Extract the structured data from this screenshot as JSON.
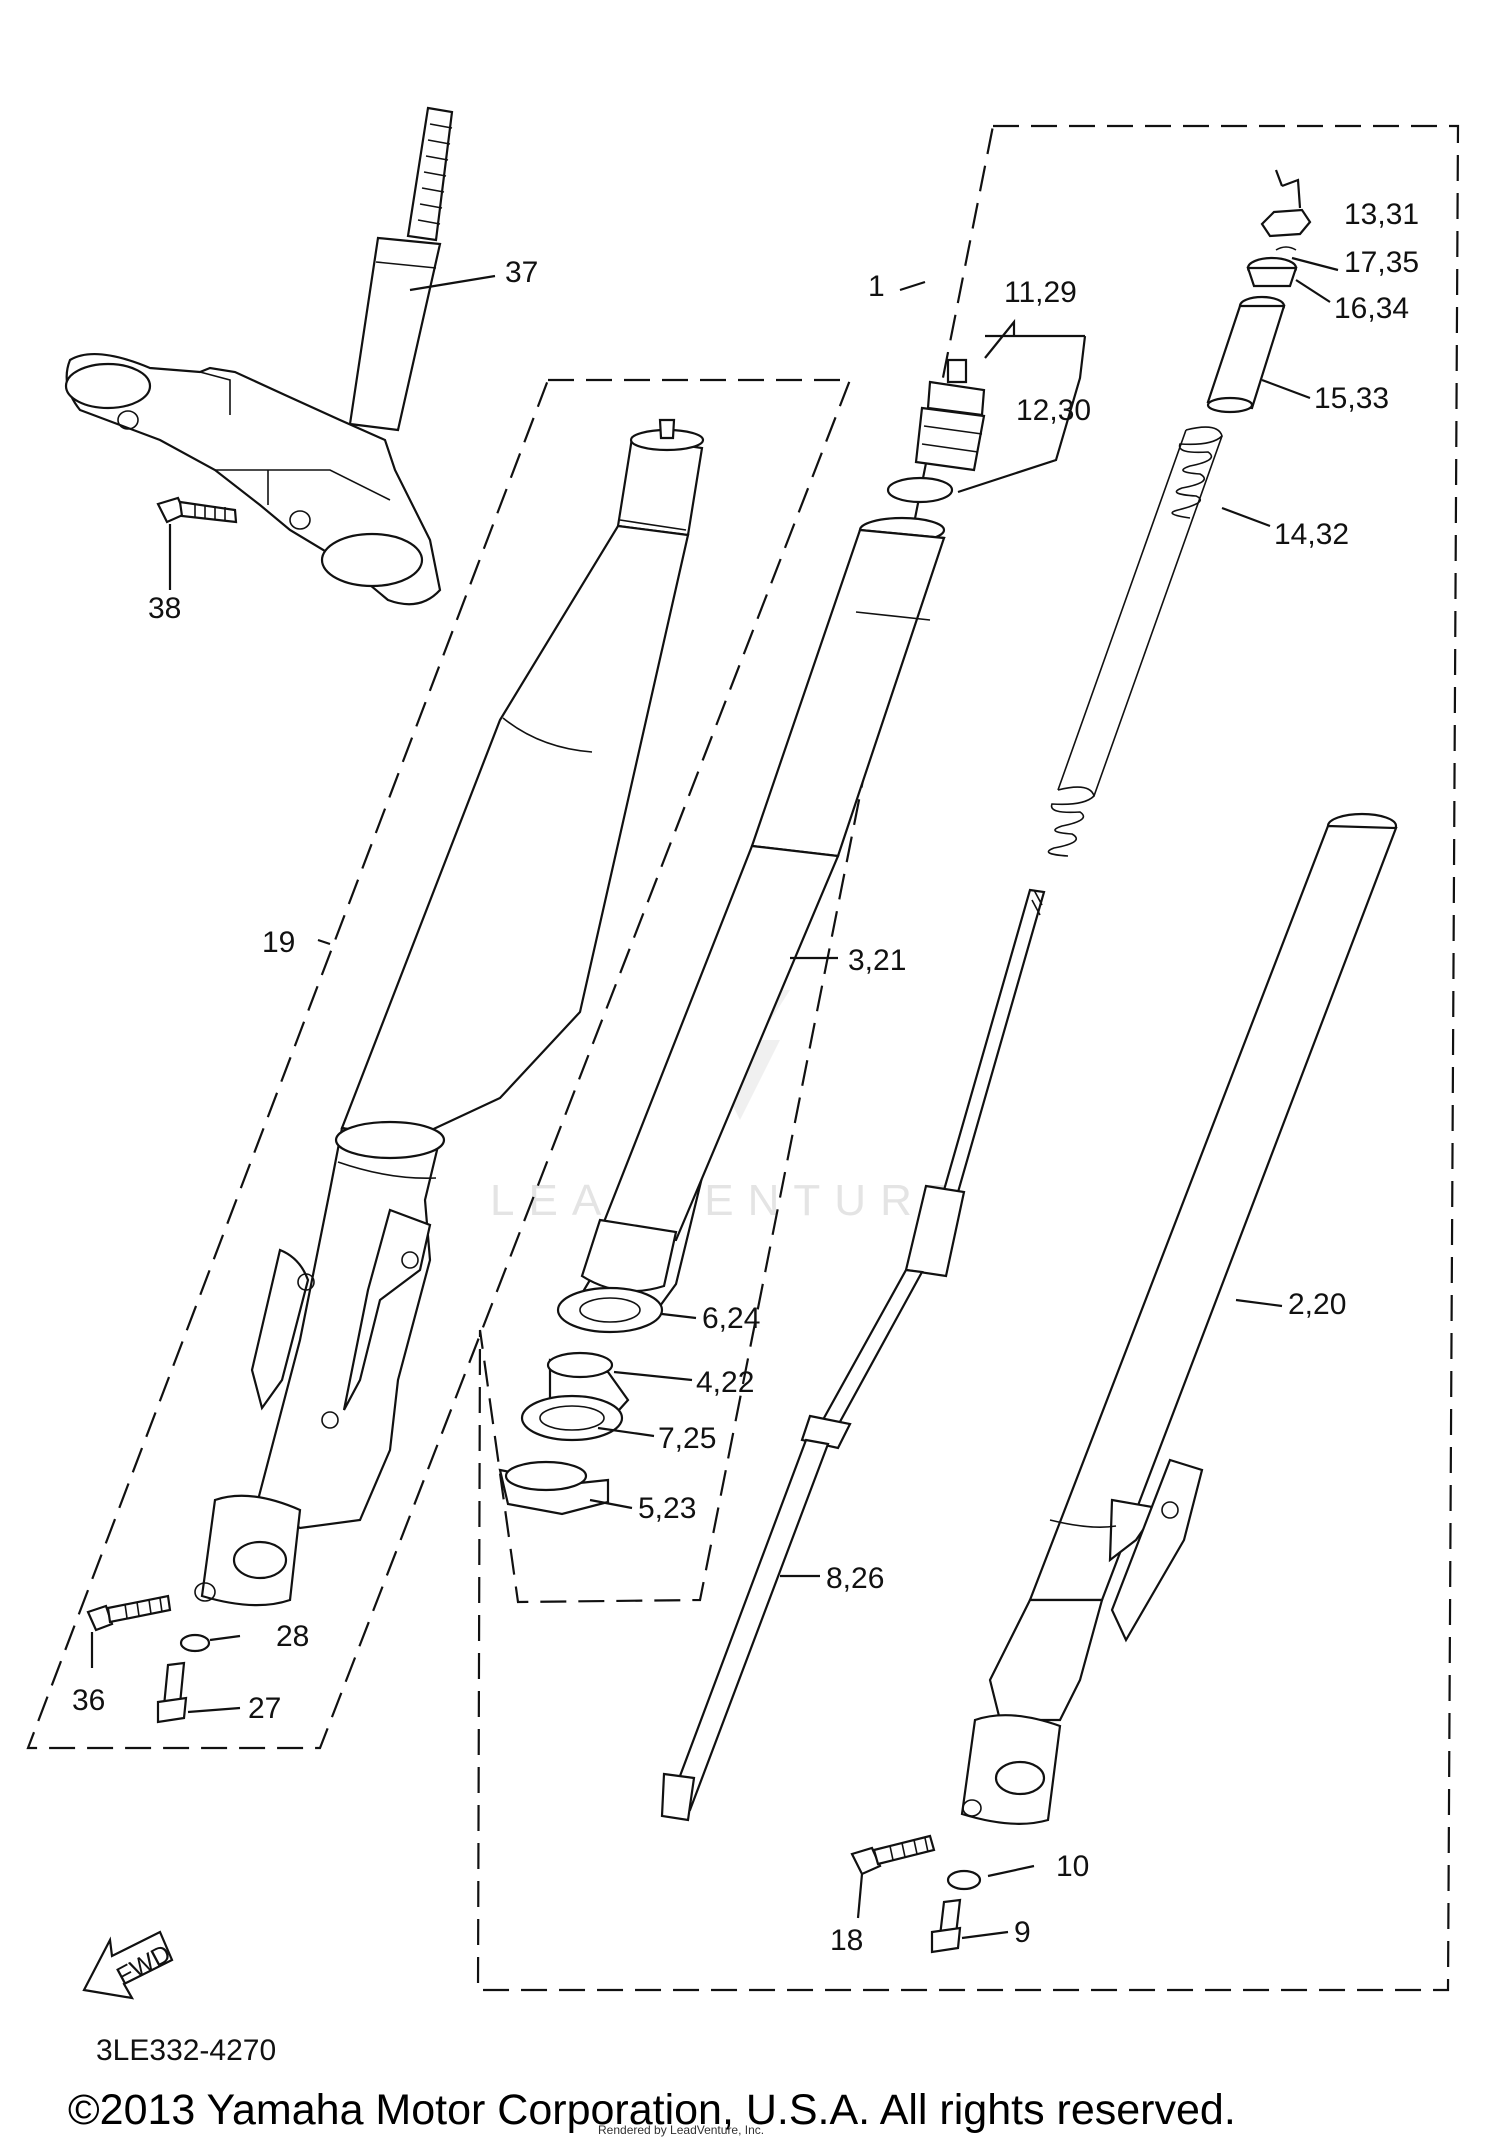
{
  "callouts": {
    "c37": "37",
    "c38": "38",
    "c1": "1",
    "c11_29": "11,29",
    "c12_30": "12,30",
    "c13_31": "13,31",
    "c17_35": "17,35",
    "c16_34": "16,34",
    "c15_33": "15,33",
    "c14_32": "14,32",
    "c19": "19",
    "c3_21": "3,21",
    "c6_24": "6,24",
    "c4_22": "4,22",
    "c7_25": "7,25",
    "c5_23": "5,23",
    "c8_26": "8,26",
    "c2_20": "2,20",
    "c28": "28",
    "c36": "36",
    "c27": "27",
    "c10": "10",
    "c9": "9",
    "c18": "18"
  },
  "fwd_label": "FWD",
  "diagram_code": "3LE332-4270",
  "copyright": "©2013 Yamaha Motor Corporation, U.S.A. All rights reserved.",
  "rendered_by": "Rendered by LeadVenture, Inc.",
  "watermark": "LEADVENTURE"
}
